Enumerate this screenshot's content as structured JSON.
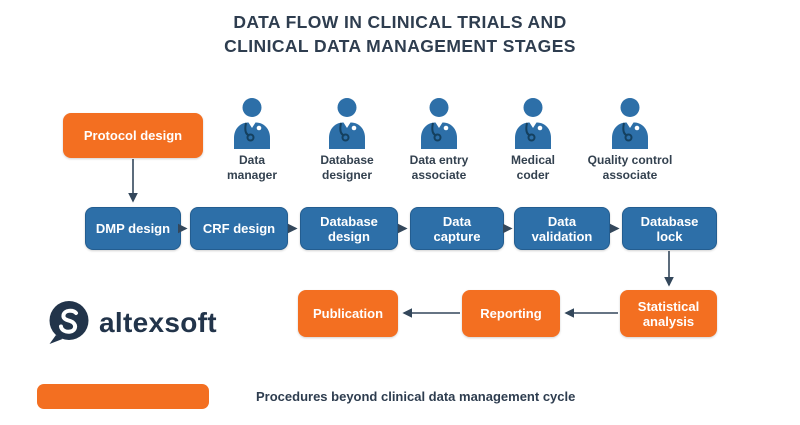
{
  "title": {
    "line1": "DATA FLOW IN CLINICAL TRIALS AND",
    "line2": "CLINICAL DATA MANAGEMENT STAGES"
  },
  "protocol_box": {
    "label": "Protocol design"
  },
  "roles": [
    {
      "line1": "Data",
      "line2": "manager"
    },
    {
      "line1": "Database",
      "line2": "designer"
    },
    {
      "line1": "Data entry",
      "line2": "associate"
    },
    {
      "line1": "Medical",
      "line2": "coder"
    },
    {
      "line1": "Quality control",
      "line2": "associate"
    }
  ],
  "stages": [
    {
      "line1": "DMP design",
      "line2": ""
    },
    {
      "line1": "CRF design",
      "line2": ""
    },
    {
      "line1": "Database",
      "line2": "design"
    },
    {
      "line1": "Data",
      "line2": "capture"
    },
    {
      "line1": "Data",
      "line2": "validation"
    },
    {
      "line1": "Database",
      "line2": "lock"
    }
  ],
  "result_boxes": [
    {
      "line1": "Publication",
      "line2": ""
    },
    {
      "line1": "Reporting",
      "line2": ""
    },
    {
      "line1": "Statistical",
      "line2": "analysis"
    }
  ],
  "legend": {
    "label": "Procedures beyond clinical data management cycle"
  },
  "logo": {
    "text": "altexsoft"
  },
  "colors": {
    "orange": "#F36F21",
    "blue": "#2D6FA8",
    "navy_text": "#2E3D4F",
    "arrow": "#33475B",
    "icon_accent": "#14405F",
    "logo_navy": "#22344A"
  }
}
